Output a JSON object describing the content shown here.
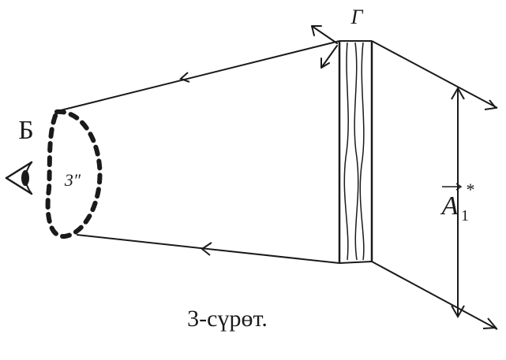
{
  "labels": {
    "observer": "Б",
    "image_label": "3″",
    "plate_label": "Г",
    "vector_symbol": "A",
    "vector_subscript": "1",
    "vector_superscript": "*"
  },
  "caption": "3-сүрөт.",
  "colors": {
    "ink": "#1a1a1a",
    "background": "#ffffff"
  },
  "icons": {
    "observer_eye": "eye-icon",
    "ray_direction": "arrowhead-icon"
  }
}
